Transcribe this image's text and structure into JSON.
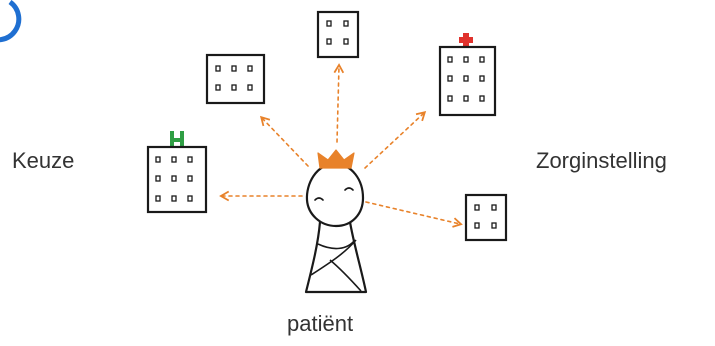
{
  "labels": {
    "left": "Keuze",
    "right": "Zorginstelling",
    "bottom": "patiënt"
  },
  "colors": {
    "ink": "#1a1a1a",
    "arrow": "#e8822a",
    "crown": "#e8822a",
    "hospital_cross": "#e0322d",
    "green_marker": "#2f9e44",
    "corner_arc": "#1f6fd1"
  },
  "icons": {
    "figure": "patient-figure",
    "crown": "crown-icon",
    "building": "building-icon",
    "hospital_cross": "red-cross-icon",
    "green_marker": "green-h-icon"
  }
}
